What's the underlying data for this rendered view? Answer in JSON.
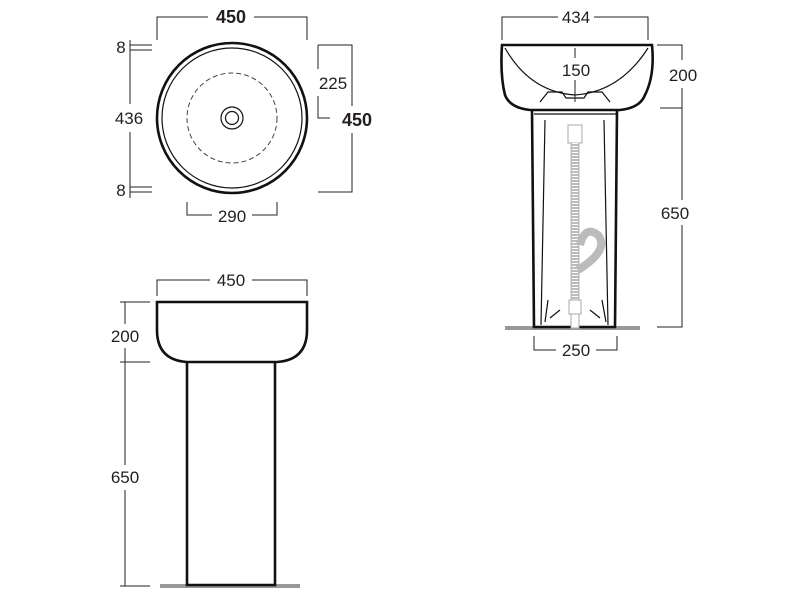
{
  "top_view": {
    "width_label": "450",
    "left_top_offset": "8",
    "left_inner": "436",
    "left_bottom_offset": "8",
    "center_to_edge": "225",
    "depth_label": "450",
    "bowl_label": "290"
  },
  "front_view": {
    "width_label": "450",
    "basin_height": "200",
    "pedestal_height": "650"
  },
  "side_view": {
    "width_label": "434",
    "drain_label": "150",
    "basin_height": "200",
    "pedestal_height": "650",
    "base_label": "250"
  }
}
